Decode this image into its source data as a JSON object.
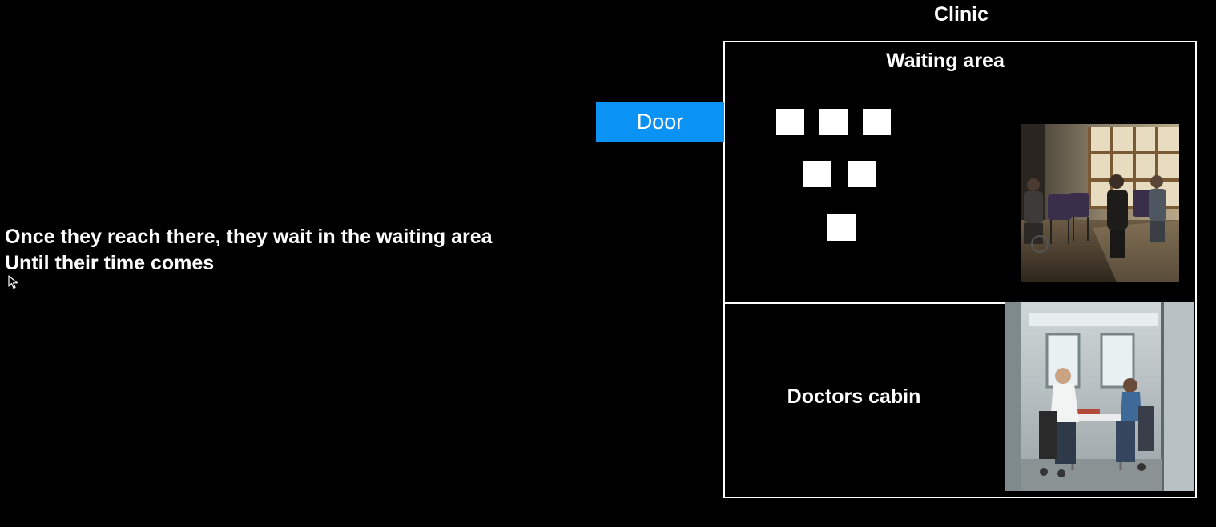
{
  "narration": {
    "line1": "Once they reach there, they wait in the waiting area",
    "line2": "Until their time comes"
  },
  "clinic": {
    "title": "Clinic",
    "waiting_area_label": "Waiting area",
    "door_label": "Door",
    "doctors_cabin_label": "Doctors cabin",
    "waiting_patient_count": 6
  },
  "colors": {
    "background": "#000000",
    "door": "#0a93f5",
    "outline": "#ffffff",
    "text": "#ffffff"
  },
  "icons": {
    "cursor": "mouse-pointer-icon",
    "waiting_photo": "waiting-room-photo",
    "doctor_photo": "doctor-consultation-photo"
  }
}
